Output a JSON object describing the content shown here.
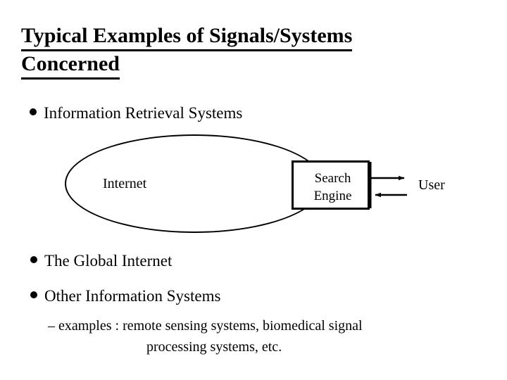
{
  "slide": {
    "title": {
      "line1": "Typical Examples of Signals/Systems",
      "line2": "Concerned"
    },
    "bullets": [
      {
        "marker": "filled-circle",
        "text": "Information Retrieval Systems"
      },
      {
        "marker": "filled-circle",
        "text": "The Global Internet"
      },
      {
        "marker": "filled-circle",
        "text": "Other Information Systems"
      }
    ],
    "sub_bullet": {
      "dash": "–",
      "line1": "examples : remote sensing systems, biomedical signal",
      "line2": "processing systems, etc."
    },
    "diagram": {
      "ellipse_label": "Internet",
      "box_label_line1": "Search",
      "box_label_line2": "Engine",
      "user_label": "User",
      "arrow_out_name": "query-response-arrow-right",
      "arrow_in_name": "query-arrow-left"
    },
    "colors": {
      "background": "#ffffff",
      "ink": "#000000"
    }
  }
}
